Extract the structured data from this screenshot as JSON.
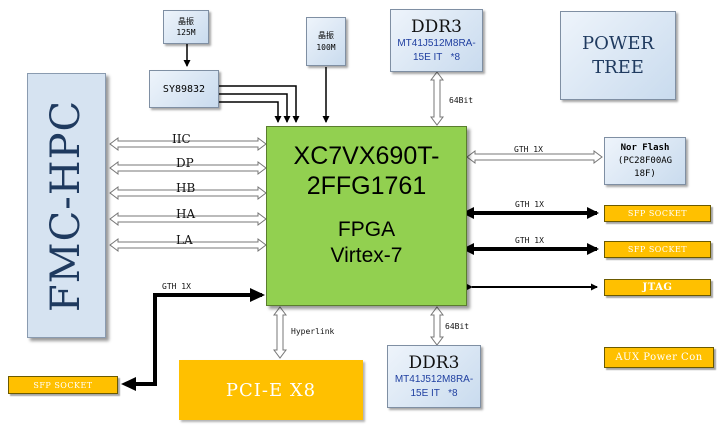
{
  "fpga": {
    "part": "XC7VX690T-2FFG1761",
    "part_line1": "XC7VX690T-",
    "part_line2": "2FFG1761",
    "type": "FPGA",
    "family": "Virtex-7"
  },
  "crystal_125": {
    "title": "晶振",
    "freq": "125M"
  },
  "crystal_100": {
    "title": "晶振",
    "freq": "100M"
  },
  "clock_chip": "SY89832",
  "ddr3_top": {
    "title": "DDR3",
    "part": "MT41J512M8RA-",
    "part2": "15E IT   *8",
    "bus": "64Bit"
  },
  "ddr3_bottom": {
    "title": "DDR3",
    "part": "MT41J512M8RA-",
    "part2": "15E IT   *8",
    "bus": "64Bit"
  },
  "power_tree": {
    "line1": "POWER",
    "line2": "TREE"
  },
  "fmc": "FMC-HPC",
  "fmc_links": [
    "IIC",
    "DP",
    "HB",
    "HA",
    "LA"
  ],
  "nor_flash": {
    "title": "Nor Flash",
    "part": "(PC28F00AG",
    "part2": "18F)",
    "link": "GTH 1X"
  },
  "sfp1": {
    "label": "SFP SOCKET",
    "link": "GTH 1X"
  },
  "sfp2": {
    "label": "SFP SOCKET",
    "link": "GTH 1X"
  },
  "jtag": "JTAG",
  "aux_power": "AUX Power Con",
  "sfp_left": {
    "label": "SFP SOCKET",
    "link": "GTH 1X"
  },
  "pcie": {
    "label": "PCI-E X8",
    "link": "Hyperlink"
  },
  "colors": {
    "fpga_green": "#92d050",
    "gold": "#ffc000",
    "fmc_blue": "#d6e3f1"
  }
}
